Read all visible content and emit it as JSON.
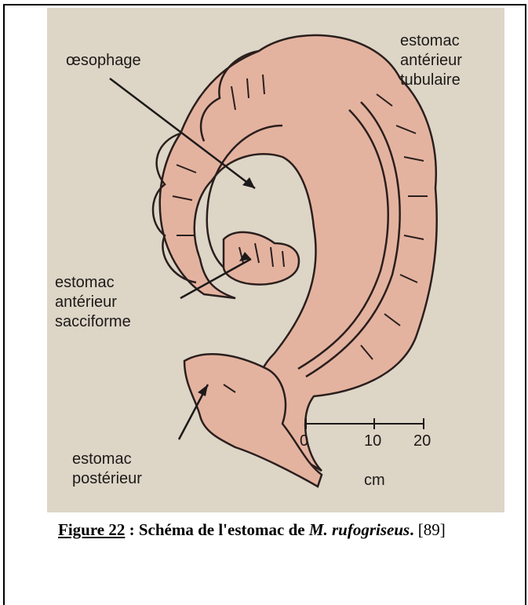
{
  "labels": {
    "oesophage": "œsophage",
    "tubular_anterior": "estomac\nantérieur\ntubulaire",
    "sacciform_anterior": "estomac\nantérieur\nsacciforme",
    "posterior": "estomac\npostérieur"
  },
  "scale": {
    "ticks": [
      "0",
      "10",
      "20"
    ],
    "unit": "cm"
  },
  "caption": {
    "figure_ref": "Figure 22",
    "separator": " : Schéma de l'estomac de ",
    "species": "M. rufogriseus",
    "period": ".",
    "citation": " [89]"
  },
  "colors": {
    "tissue_fill": "#e4b3a0",
    "background": "#ddd5c6",
    "outline": "#2a1f1d"
  }
}
